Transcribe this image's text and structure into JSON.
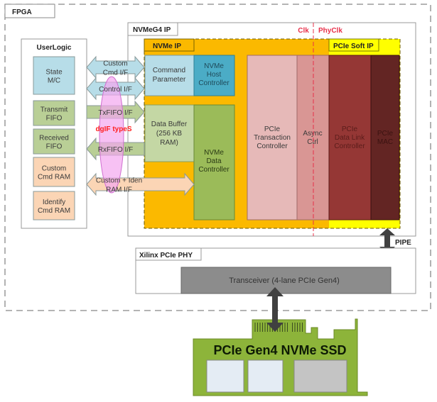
{
  "fpga": {
    "label": "FPGA"
  },
  "nvmeg4_ip": {
    "label": "NVMeG4 IP"
  },
  "nvme_ip": {
    "label": "NVMe IP"
  },
  "pcie_soft_ip": {
    "label": "PCIe Soft IP"
  },
  "clocks": {
    "clk": "Clk",
    "phyclk": "PhyClk",
    "line_color": "#e8304a"
  },
  "user_logic": {
    "label": "UserLogic",
    "blocks": [
      {
        "lines": [
          "State",
          "M/C"
        ],
        "color": "#b7dde8"
      },
      {
        "lines": [
          "Transmit",
          "FIFO"
        ],
        "color": "#b9cf96"
      },
      {
        "lines": [
          "Received",
          "FIFO"
        ],
        "color": "#b9cf96"
      },
      {
        "lines": [
          "Custom",
          "Cmd RAM"
        ],
        "color": "#fbd5b5"
      },
      {
        "lines": [
          "Identify",
          "Cmd RAM"
        ],
        "color": "#fbd5b5"
      }
    ]
  },
  "interfaces": [
    {
      "lines": [
        "Custom",
        "Cmd I/F"
      ],
      "direction": "both"
    },
    {
      "lines": [
        "Control I/F"
      ],
      "direction": "both"
    },
    {
      "lines": [
        "TxFIFO I/F"
      ],
      "direction": "right"
    },
    {
      "lines": [
        "RxFIFO I/F"
      ],
      "direction": "left"
    },
    {
      "lines": [
        "Custom + Iden",
        "RAM I/F"
      ],
      "direction": "both"
    }
  ],
  "dgif_label": "dgIF typeS",
  "nvme_blocks": {
    "command_parameter": [
      "Command",
      "Parameter"
    ],
    "host_controller": [
      "NVMe",
      "Host",
      "Controller"
    ],
    "data_buffer": [
      "Data Buffer",
      "(256 KB",
      "RAM)"
    ],
    "data_controller": [
      "NVMe",
      "Data",
      "Controller"
    ],
    "transaction_controller": [
      "PCIe",
      "Transaction",
      "Controller"
    ],
    "async_ctrl": [
      "Async",
      "Ctrl"
    ],
    "data_link_controller": [
      "PCIe",
      "Data Link",
      "Controller"
    ],
    "mac": [
      "PCIe",
      "MAC"
    ]
  },
  "pipe_label": "PIPE",
  "phy": {
    "label": "Xilinx PCIe PHY",
    "transceiver": "Transceiver (4-lane PCIe Gen4)"
  },
  "ssd": {
    "label": "PCIe Gen4 NVMe SSD"
  },
  "colors": {
    "nvme_ip_bg": "#fbb900",
    "soft_ip_bg": "#ffff00",
    "ssd_green": "#8db43a"
  }
}
